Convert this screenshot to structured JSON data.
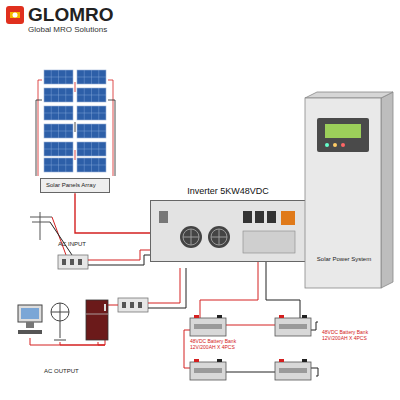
{
  "diagram": {
    "nodes": [
      {
        "text": [
          "Solar Panels Array"
        ]
      },
      {
        "text": [
          "Inverter  5KW48VDC"
        ]
      },
      {
        "text": [
          "Solar Power System"
        ]
      }
    ],
    "edges": [
      {
        "from": 0,
        "to": 1,
        "arrow": "none"
      }
    ],
    "labels": [
      "GLOMRO",
      "Global MRO Solutions",
      "AC INPUT",
      "AC OUTPUT",
      "48VDC Battery Bank 12V/200AH X 4PCS",
      "48VDC Battery Bank 12V/200AH X 4PCS"
    ]
  }
}
